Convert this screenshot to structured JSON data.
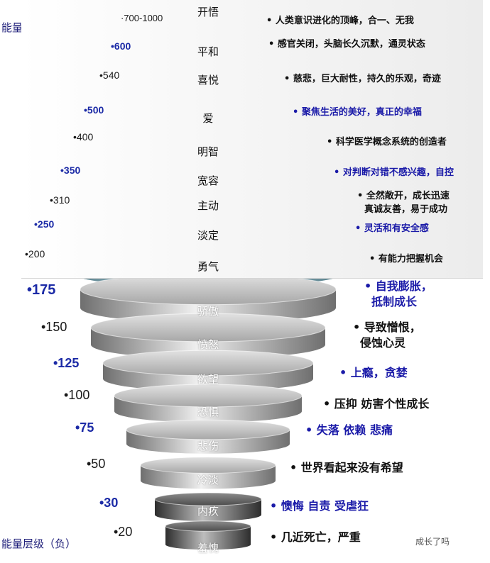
{
  "labels": {
    "positive_tier": "能量层级（正）",
    "negative_tier": "能量层级（负）"
  },
  "colors": {
    "green": "#7fc11f",
    "teal": "#6d9aa8",
    "gray": "#9a9a9a",
    "dark": "#3e3e3e",
    "positive_level_text": "#1a1a1a",
    "negative_level_text": "#1b2aa6"
  },
  "levels": [
    {
      "id": "kaiwu",
      "value": "·700-1000",
      "name": "开悟",
      "desc": [
        "• 人类意识进化的顶峰，合一、无我"
      ],
      "style": "top",
      "level_color": "dark"
    },
    {
      "id": "pinghe",
      "value": "•600",
      "name": "平和",
      "desc": [
        "• 感官关闭，头脑长久沉默，通灵状态"
      ],
      "style": "green-light",
      "level_color": "blue"
    },
    {
      "id": "xiyue",
      "value": "•540",
      "name": "喜悦",
      "desc": [
        "• 慈悲，巨大耐性，持久的乐观，奇迹"
      ],
      "style": "teal",
      "level_color": "dark"
    },
    {
      "id": "ai",
      "value": "•500",
      "name": "爱",
      "desc": [
        "• 聚焦生活的美好，真正的幸福"
      ],
      "style": "green",
      "level_color": "blue"
    },
    {
      "id": "mingzhi",
      "value": "•400",
      "name": "明智",
      "desc": [
        "• 科学医学概念系统的创造者"
      ],
      "style": "teal",
      "level_color": "dark"
    },
    {
      "id": "kuanrong",
      "value": "•350",
      "name": "宽容",
      "desc": [
        "• 对判断对错不感兴趣，自控"
      ],
      "style": "green",
      "level_color": "blue"
    },
    {
      "id": "zhudong",
      "value": "•310",
      "name": "主动",
      "desc": [
        "• 全然敞开，成长迅速",
        "真诚友善，易于成功"
      ],
      "style": "teal",
      "level_color": "dark"
    },
    {
      "id": "danding",
      "value": "•250",
      "name": "淡定",
      "desc": [
        "• 灵活和有安全感"
      ],
      "style": "green",
      "level_color": "blue"
    },
    {
      "id": "yongqi",
      "value": "•200",
      "name": "勇气",
      "desc": [
        "• 有能力把握机会"
      ],
      "style": "teal",
      "level_color": "dark"
    },
    {
      "id": "jiaoao",
      "value": "•175",
      "name": "骄傲",
      "desc": [
        "• 自我膨胀，",
        "抵制成长"
      ],
      "style": "gray",
      "level_color": "blue"
    },
    {
      "id": "fennu",
      "value": "•150",
      "name": "愤怒",
      "desc": [
        "• 导致憎恨，",
        "侵蚀心灵"
      ],
      "style": "gray",
      "level_color": "dark"
    },
    {
      "id": "yuwang",
      "value": "•125",
      "name": "欲望",
      "desc": [
        "• 上瘾，贪婪"
      ],
      "style": "gray",
      "level_color": "blue"
    },
    {
      "id": "kongju",
      "value": "•100",
      "name": "恐惧",
      "desc": [
        "• 压抑 妨害个性成长"
      ],
      "style": "gray",
      "level_color": "dark"
    },
    {
      "id": "beishang",
      "value": "•75",
      "name": "悲伤",
      "desc": [
        "• 失落 依赖 悲痛"
      ],
      "style": "gray",
      "level_color": "blue"
    },
    {
      "id": "lengdan",
      "value": "•50",
      "name": "冷淡",
      "desc": [
        "• 世界看起来没有希望"
      ],
      "style": "gray",
      "level_color": "dark"
    },
    {
      "id": "neijiu",
      "value": "•30",
      "name": "内疚",
      "desc": [
        "• 懊悔 自责 受虐狂"
      ],
      "style": "dark",
      "level_color": "blue"
    },
    {
      "id": "xiukui",
      "value": "•20",
      "name": "羞愧",
      "desc": [
        "• 几近死亡，严重"
      ],
      "style": "dark",
      "level_color": "dark"
    }
  ],
  "watermark": "成长了吗"
}
